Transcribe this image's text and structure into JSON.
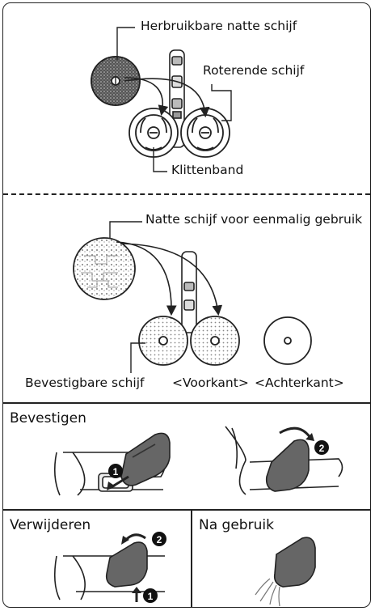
{
  "top": {
    "reusable_pad": "Herbruikbare natte schijf",
    "rotating_disc": "Roterende schijf",
    "velcro": "Klittenband"
  },
  "middle": {
    "disposable_pad": "Natte schijf voor eenmalig gebruik",
    "attachable_disc": "Bevestigbare schijf",
    "front": "<Voorkant>",
    "back": "<Achterkant>"
  },
  "attach": {
    "title": "Bevestigen",
    "step1": "1",
    "step2": "2"
  },
  "remove": {
    "title": "Verwijderen",
    "step1": "1",
    "step2": "2"
  },
  "after_use": {
    "title": "Na gebruik"
  }
}
